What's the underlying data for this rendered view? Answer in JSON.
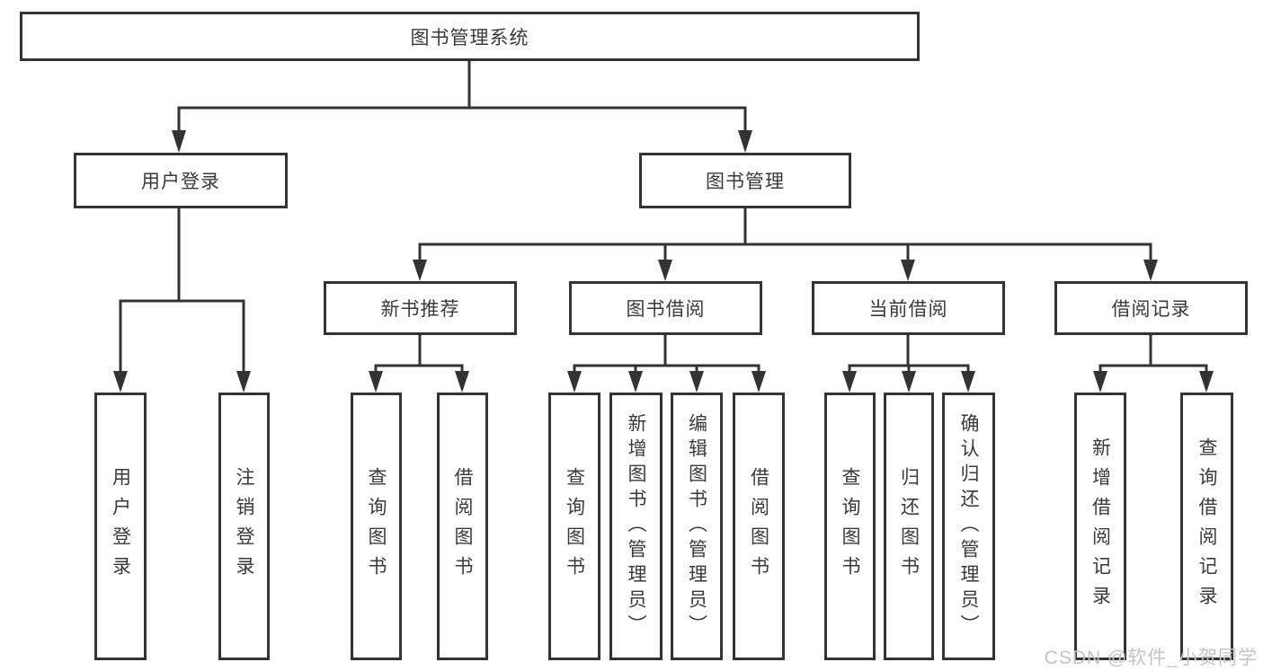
{
  "diagram": {
    "root": {
      "label": "图书管理系统"
    },
    "branches": [
      {
        "label": "用户登录",
        "children": [
          {
            "label": "用户登录"
          },
          {
            "label": "注销登录"
          }
        ]
      },
      {
        "label": "图书管理",
        "sections": [
          {
            "label": "新书推荐",
            "children": [
              {
                "label": "查询图书"
              },
              {
                "label": "借阅图书"
              }
            ]
          },
          {
            "label": "图书借阅",
            "children": [
              {
                "label": "查询图书"
              },
              {
                "label": "新增图书（管理员）"
              },
              {
                "label": "编辑图书（管理员）"
              },
              {
                "label": "借阅图书"
              }
            ]
          },
          {
            "label": "当前借阅",
            "children": [
              {
                "label": "查询图书"
              },
              {
                "label": "归还图书"
              },
              {
                "label": "确认归还（管理员）"
              }
            ]
          },
          {
            "label": "借阅记录",
            "children": [
              {
                "label": "新增借阅记录"
              },
              {
                "label": "查询借阅记录"
              }
            ]
          }
        ]
      }
    ]
  },
  "watermark": {
    "text": "CSDN @软件_小贺同学"
  },
  "colors": {
    "line": "#333333",
    "box_border": "#333333",
    "text": "#3a3a3a",
    "watermark": "#c4c4c4",
    "background": "#ffffff"
  }
}
